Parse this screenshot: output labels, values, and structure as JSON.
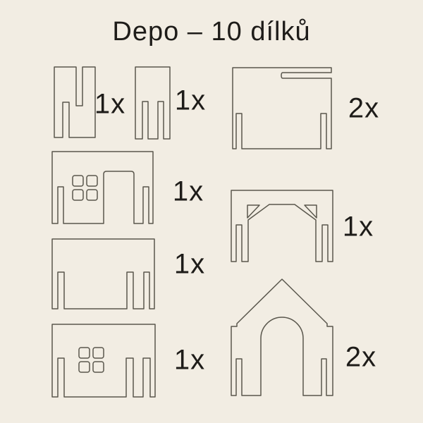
{
  "title": "Depo – 10 dílků",
  "colors": {
    "background": "#f2ede3",
    "outline": "#5a574d",
    "text": "#1e1c19"
  },
  "pieces": [
    {
      "name": "wall-lap-slot",
      "qty": "1x"
    },
    {
      "name": "wall-two-bottom-slots",
      "qty": "1x"
    },
    {
      "name": "side-wall-roof-slot",
      "qty": "2x"
    },
    {
      "name": "front-wall-door-windows",
      "qty": "1x"
    },
    {
      "name": "wall-three-bottom-slots",
      "qty": "1x"
    },
    {
      "name": "wall-windows-three-slots",
      "qty": "1x"
    },
    {
      "name": "portal-trapezoid-arch",
      "qty": "1x"
    },
    {
      "name": "gable-wall-arch-door",
      "qty": "2x"
    }
  ]
}
